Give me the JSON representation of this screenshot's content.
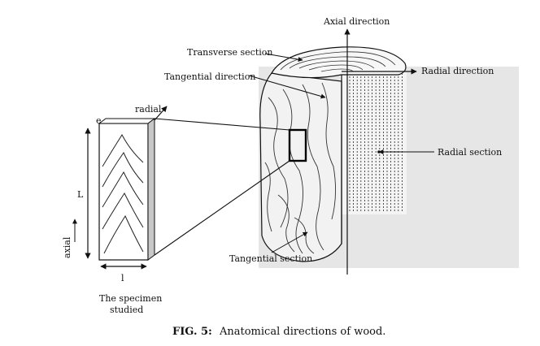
{
  "labels": {
    "axial_direction": "Axial direction",
    "transverse_section": "Transverse section",
    "radial_direction": "Radial direction",
    "tangential_direction": "Tangential direction",
    "radial_section": "Radial section",
    "tangential_section": "Tangential section",
    "radial": "radial",
    "axial": "axial",
    "e": "e",
    "L": "L",
    "l": "l",
    "specimen_line1": "The specimen",
    "specimen_line2": "studied"
  },
  "caption": {
    "prefix": "FIG.  5:",
    "text": "Anatomical directions of wood."
  }
}
